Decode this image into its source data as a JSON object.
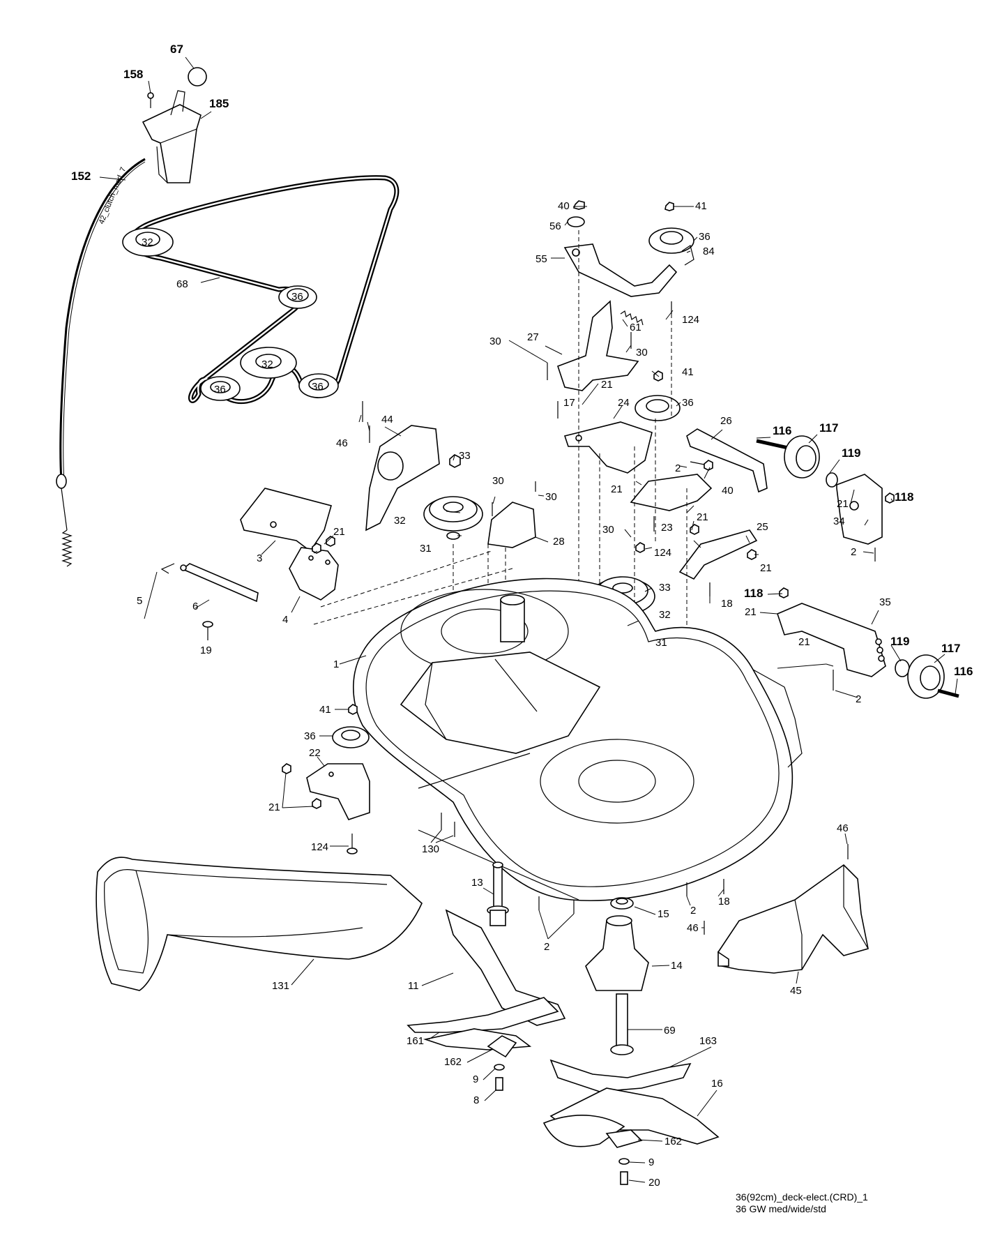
{
  "caption": {
    "line1": "36(92cm)_deck-elect.(CRD)_1",
    "line2": "36 GW med/wide/std"
  },
  "cable_text": "42_clutch_mod_7",
  "labels": [
    {
      "id": "l67",
      "text": "67",
      "bold": true
    },
    {
      "id": "l158",
      "text": "158",
      "bold": true
    },
    {
      "id": "l185",
      "text": "185",
      "bold": true
    },
    {
      "id": "l152",
      "text": "152",
      "bold": true
    },
    {
      "id": "l68",
      "text": "68"
    },
    {
      "id": "p32a",
      "text": "32"
    },
    {
      "id": "p36a",
      "text": "36"
    },
    {
      "id": "p32b",
      "text": "32"
    },
    {
      "id": "p36b",
      "text": "36"
    },
    {
      "id": "p36c",
      "text": "36"
    },
    {
      "id": "l40a",
      "text": "40"
    },
    {
      "id": "l41a",
      "text": "41"
    },
    {
      "id": "l56",
      "text": "56"
    },
    {
      "id": "l36a",
      "text": "36"
    },
    {
      "id": "l84",
      "text": "84"
    },
    {
      "id": "l55",
      "text": "55"
    },
    {
      "id": "l124a",
      "text": "124"
    },
    {
      "id": "l61",
      "text": "61"
    },
    {
      "id": "l30a",
      "text": "30"
    },
    {
      "id": "l27",
      "text": "27"
    },
    {
      "id": "l30b",
      "text": "30"
    },
    {
      "id": "l41b",
      "text": "41"
    },
    {
      "id": "l17",
      "text": "17"
    },
    {
      "id": "l21a",
      "text": "21"
    },
    {
      "id": "l36b",
      "text": "36"
    },
    {
      "id": "l24",
      "text": "24"
    },
    {
      "id": "l26",
      "text": "26"
    },
    {
      "id": "l116a",
      "text": "116",
      "bold": true
    },
    {
      "id": "l117a",
      "text": "117",
      "bold": true
    },
    {
      "id": "l119a",
      "text": "119",
      "bold": true
    },
    {
      "id": "l46a",
      "text": "46"
    },
    {
      "id": "l44",
      "text": "44"
    },
    {
      "id": "l33a",
      "text": "33"
    },
    {
      "id": "l30c",
      "text": "30"
    },
    {
      "id": "l30d",
      "text": "30"
    },
    {
      "id": "l2a",
      "text": "2"
    },
    {
      "id": "l40b",
      "text": "40"
    },
    {
      "id": "l21b",
      "text": "21"
    },
    {
      "id": "l118a",
      "text": "118",
      "bold": true
    },
    {
      "id": "l21c",
      "text": "21"
    },
    {
      "id": "l34",
      "text": "34"
    },
    {
      "id": "l32a",
      "text": "32"
    },
    {
      "id": "l31a",
      "text": "31"
    },
    {
      "id": "l28",
      "text": "28"
    },
    {
      "id": "l23",
      "text": "23"
    },
    {
      "id": "l21d",
      "text": "21"
    },
    {
      "id": "l25",
      "text": "25"
    },
    {
      "id": "l2b",
      "text": "2"
    },
    {
      "id": "l3",
      "text": "3"
    },
    {
      "id": "l21e",
      "text": "21"
    },
    {
      "id": "l30e",
      "text": "30"
    },
    {
      "id": "l124b",
      "text": "124"
    },
    {
      "id": "l21f",
      "text": "21"
    },
    {
      "id": "l5",
      "text": "5"
    },
    {
      "id": "l6",
      "text": "6"
    },
    {
      "id": "l4",
      "text": "4"
    },
    {
      "id": "l33b",
      "text": "33"
    },
    {
      "id": "l18a",
      "text": "18"
    },
    {
      "id": "l118b",
      "text": "118",
      "bold": true
    },
    {
      "id": "l21g",
      "text": "21"
    },
    {
      "id": "l35",
      "text": "35"
    },
    {
      "id": "l32b",
      "text": "32"
    },
    {
      "id": "l21h",
      "text": "21"
    },
    {
      "id": "l19",
      "text": "19"
    },
    {
      "id": "l31b",
      "text": "31"
    },
    {
      "id": "l119b",
      "text": "119",
      "bold": true
    },
    {
      "id": "l117b",
      "text": "117",
      "bold": true
    },
    {
      "id": "l116b",
      "text": "116",
      "bold": true
    },
    {
      "id": "l1",
      "text": "1"
    },
    {
      "id": "l2c",
      "text": "2"
    },
    {
      "id": "l41c",
      "text": "41"
    },
    {
      "id": "l36c",
      "text": "36"
    },
    {
      "id": "l22",
      "text": "22"
    },
    {
      "id": "l21i",
      "text": "21"
    },
    {
      "id": "l124c",
      "text": "124"
    },
    {
      "id": "l130",
      "text": "130"
    },
    {
      "id": "l46b",
      "text": "46"
    },
    {
      "id": "l13",
      "text": "13"
    },
    {
      "id": "l15",
      "text": "15"
    },
    {
      "id": "l2d",
      "text": "2"
    },
    {
      "id": "l18b",
      "text": "18"
    },
    {
      "id": "l2e",
      "text": "2"
    },
    {
      "id": "l46c",
      "text": "46"
    },
    {
      "id": "l14",
      "text": "14"
    },
    {
      "id": "l131",
      "text": "131"
    },
    {
      "id": "l11",
      "text": "11"
    },
    {
      "id": "l45",
      "text": "45"
    },
    {
      "id": "l69",
      "text": "69"
    },
    {
      "id": "l163",
      "text": "163"
    },
    {
      "id": "l161",
      "text": "161"
    },
    {
      "id": "l162a",
      "text": "162"
    },
    {
      "id": "l16",
      "text": "16"
    },
    {
      "id": "l9a",
      "text": "9"
    },
    {
      "id": "l8",
      "text": "8"
    },
    {
      "id": "l162b",
      "text": "162"
    },
    {
      "id": "l9b",
      "text": "9"
    },
    {
      "id": "l20",
      "text": "20"
    }
  ]
}
